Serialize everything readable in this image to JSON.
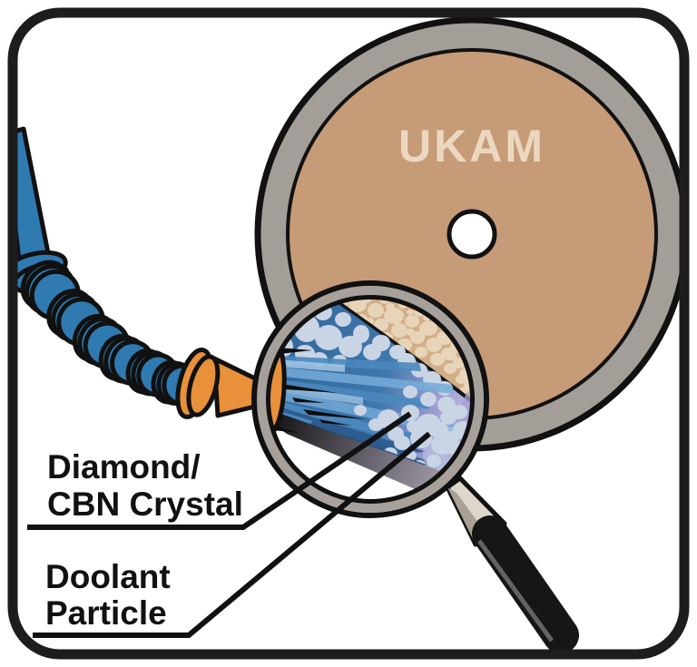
{
  "illustration": {
    "wheel": {
      "brand": "UKAM"
    },
    "labels": {
      "crystal": {
        "line1": "Diamond/",
        "line2": "CBN Crystal"
      },
      "coolant": {
        "line1": "Doolant",
        "line2": "Particle"
      }
    }
  },
  "colors": {
    "frame": "#1d1d1d",
    "outline": "#111111",
    "wheel_face": "#c69b77",
    "wheel_rim": "#a49e99",
    "wheel_brand": "#ecd8c0",
    "hose_blue": "#2f7ab0",
    "nozzle_orange": "#e8913a",
    "spray_dark": "#32689c",
    "spray_mid": "#4a88bd",
    "spray_light": "#76abd9",
    "spray_pale": "#a9cbe8",
    "spray_deep": "#2c5c8e",
    "particle": "#c9d4e4",
    "crystal_band": "#d2ae88",
    "crystal": "#e8d4b8",
    "lavender": "#a79ed2",
    "glaze": "#bcc9e6",
    "shadow_dark": "#141414",
    "shadow_mid": "#6b6673",
    "shadow_light": "#aaa4b0",
    "rim_gray": "#a8a19b",
    "handle_black": "#161616",
    "handle_shine": "#6f6b67",
    "grip_light": "#ddd6ca",
    "grip_dark": "#a9a196",
    "label": "#111111"
  }
}
